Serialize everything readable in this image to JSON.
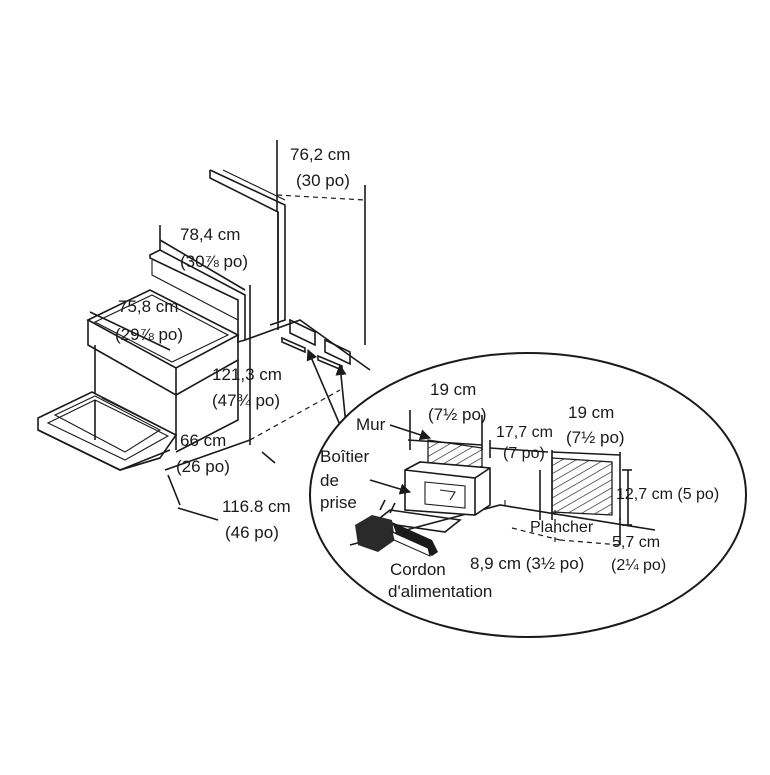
{
  "labels": {
    "width_76": "76,2 cm",
    "width_76_in": "(30 po)",
    "width_78": "78,4 cm",
    "width_78_in": "(30⅞ po)",
    "width_75": "75,8 cm",
    "width_75_in": "(29⅞ po)",
    "height_121": "121,3 cm",
    "height_121_in": "(47¾ po)",
    "depth_66": "66 cm",
    "depth_66_in": "(26 po)",
    "depth_116": "116.8 cm",
    "depth_116_in": "(46 po)",
    "mur": "Mur",
    "boitier_1": "Boîtier",
    "boitier_2": "de",
    "boitier_3": "prise",
    "cordon_1": "Cordon",
    "cordon_2": "d'alimentation",
    "left_19": "19 cm",
    "left_19_in": "(7½ po)",
    "gap_17": "17,7 cm",
    "gap_17_in": "(7 po)",
    "right_19": "19 cm",
    "right_19_in": "(7½ po)",
    "h_12": "12,7 cm (5 po)",
    "plancher": "Plancher",
    "h_5": "5,7 cm",
    "h_5_in": "(2¼ po)",
    "d_8": "8,9 cm (3½ po)"
  }
}
